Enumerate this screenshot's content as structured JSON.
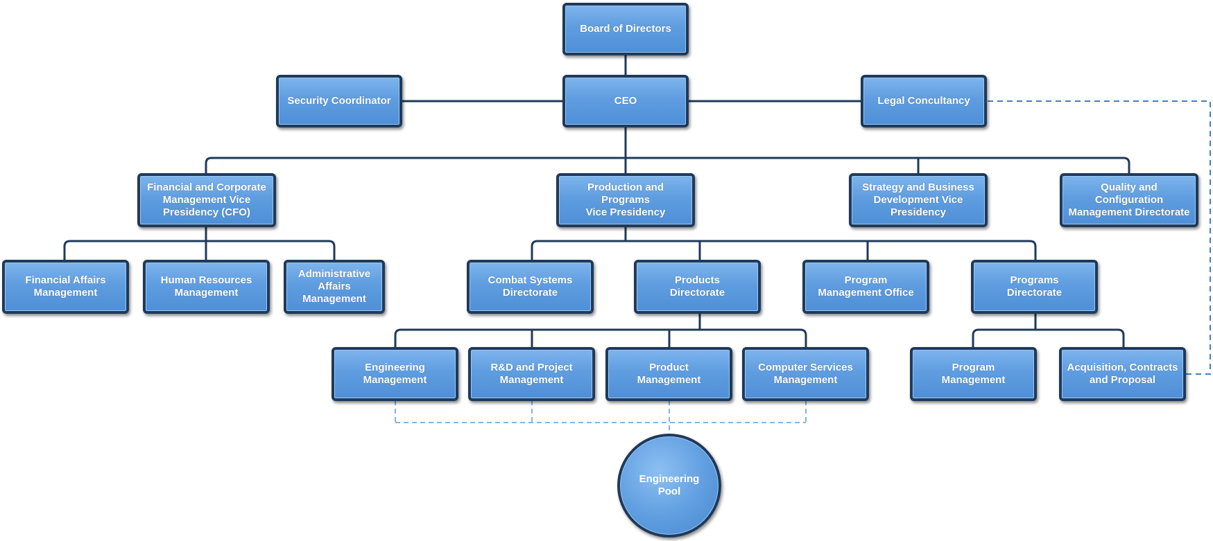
{
  "nodes": {
    "board": "Board of Directors",
    "ceo": "CEO",
    "security": "Security Coordinator",
    "legal": "Legal Concultancy",
    "cfo": "Financial and Corporate\nManagement Vice\nPresidency (CFO)",
    "production": "Production and Programs\nVice Presidency",
    "strategy": "Strategy and Business\nDevelopment Vice\nPresidency",
    "quality": "Quality and Configuration\nManagement Directorate",
    "financial_affairs": "Financial Affairs\nManagement",
    "human_resources": "Human Resources\nManagement",
    "administrative": "Administrative\nAffairs\nManagement",
    "combat": "Combat Systems\nDirectorate",
    "products": "Products\nDirectorate",
    "pmo": "Program\nManagement Office",
    "programs": "Programs\nDirectorate",
    "engineering": "Engineering\nManagement",
    "rnd": "R&D and Project\nManagement",
    "product_mgmt": "Product\nManagement",
    "computer": "Computer Services\nManagement",
    "program_mgmt": "Program\nManagement",
    "acquisition": "Acquisition, Contracts\nand Proposal",
    "pool": "Engineering\nPool"
  },
  "colors": {
    "box_fill": "#5f9de0",
    "box_border": "#1f3a5a",
    "solid_connector": "#1f3a5a",
    "dashed_connector": "#3f7fc0",
    "text": "#ffffff"
  }
}
